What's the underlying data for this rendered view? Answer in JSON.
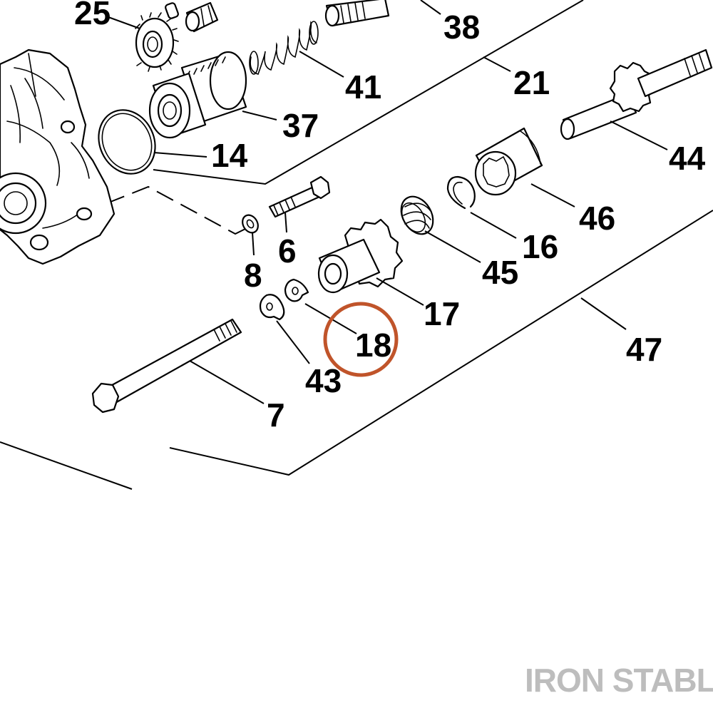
{
  "diagram": {
    "callouts": {
      "p25": "25",
      "p38": "38",
      "p41": "41",
      "p21": "21",
      "p37": "37",
      "p14": "14",
      "p44": "44",
      "p46": "46",
      "p6": "6",
      "p16": "16",
      "p8": "8",
      "p45": "45",
      "p17": "17",
      "p18": "18",
      "p47": "47",
      "p43": "43",
      "p7": "7"
    },
    "highlight": {
      "part": "18",
      "color": "#c0542a"
    },
    "watermark": {
      "text": "IRON STABLE",
      "color": "#bdbdbd"
    }
  }
}
